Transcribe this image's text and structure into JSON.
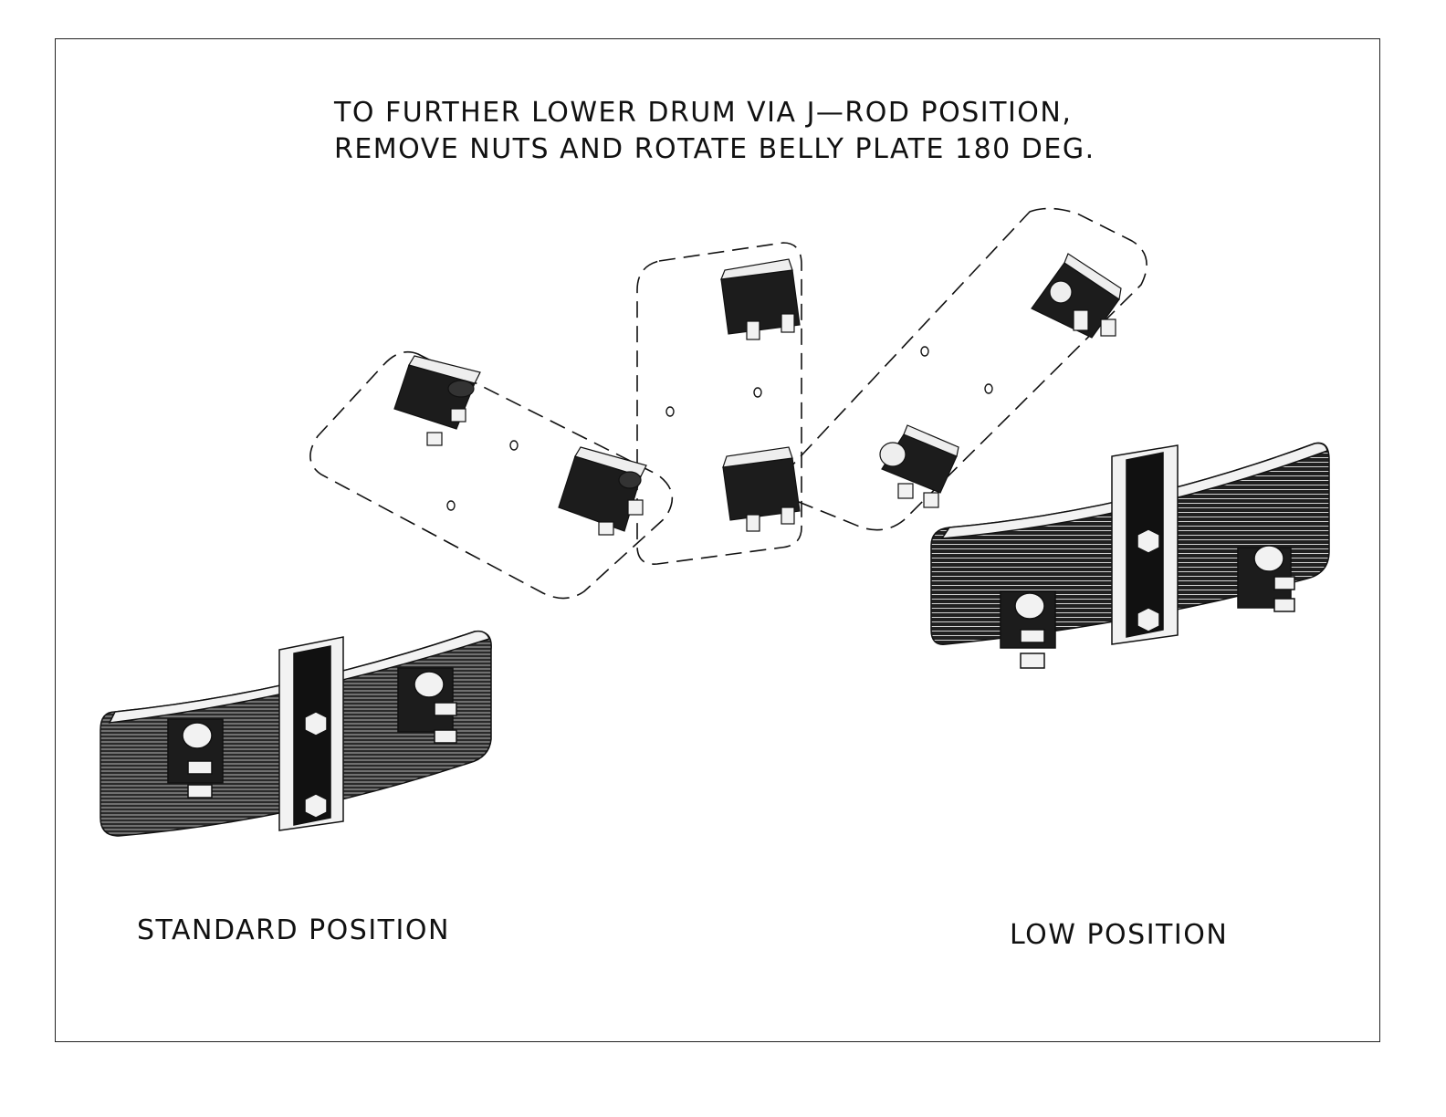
{
  "instructions": {
    "line1": "TO FURTHER LOWER DRUM VIA J—ROD POSITION,",
    "line2": "REMOVE NUTS AND ROTATE BELLY PLATE 180 DEG."
  },
  "labels": {
    "standard": "STANDARD POSITION",
    "low": "LOW POSITION"
  },
  "colors": {
    "ink": "#111111",
    "dark_fill": "#1c1c1c",
    "light_fill": "#f2f2f2"
  }
}
